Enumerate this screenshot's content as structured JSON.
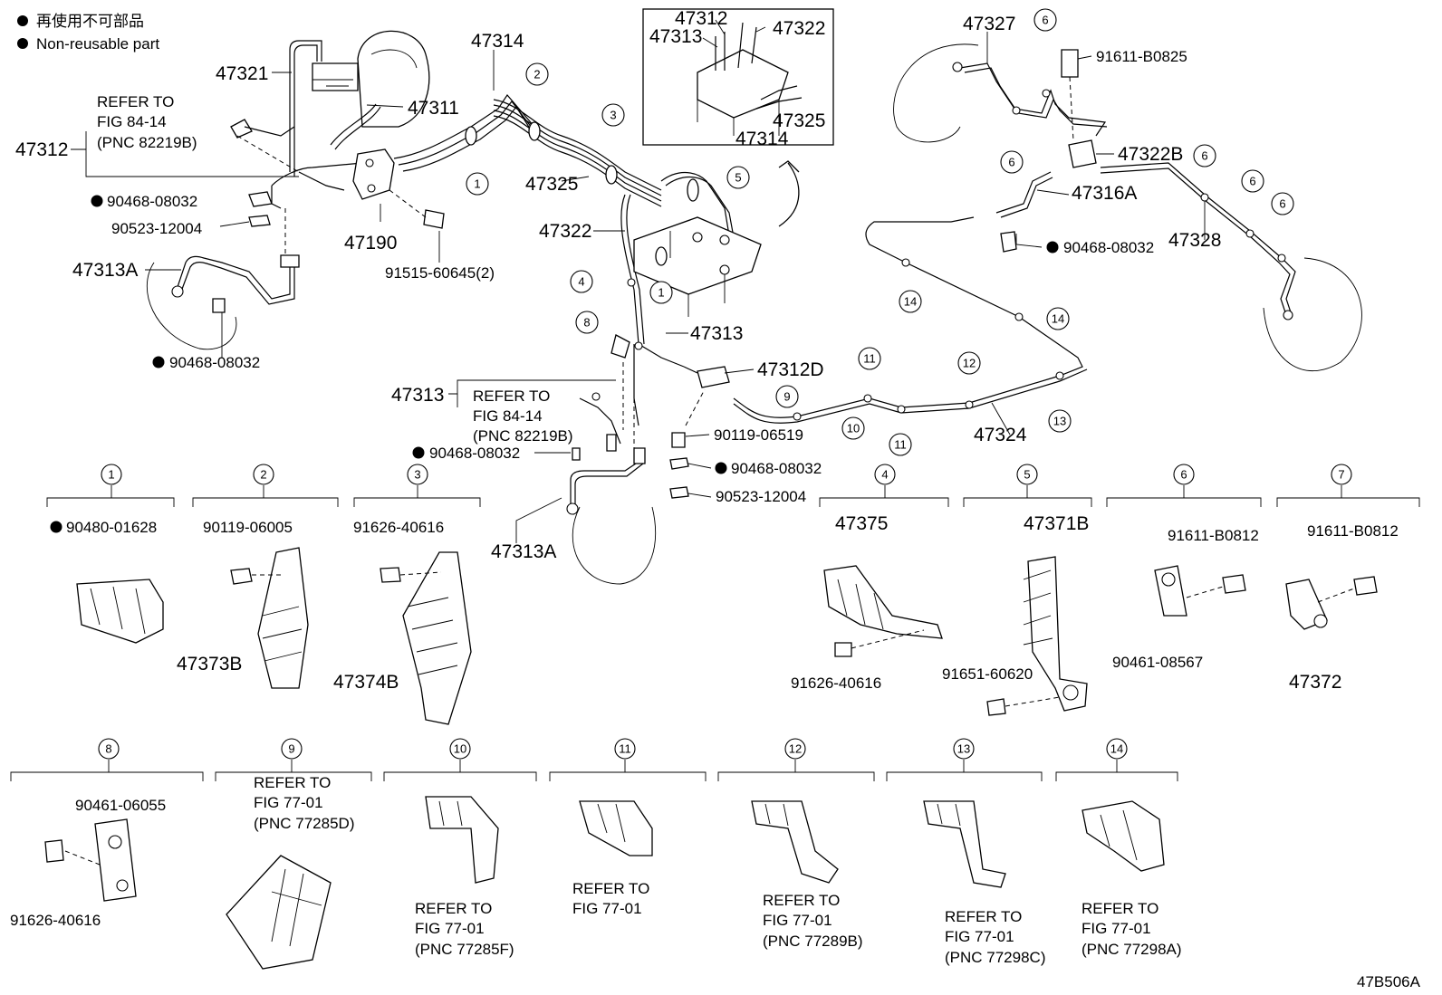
{
  "legend": {
    "symbol": "●",
    "jp": "再使用不可部品",
    "en": "Non-reusable part"
  },
  "diagram_id": "47B506A",
  "callouts": {
    "p47321": "47321",
    "p47311": "47311",
    "p47312": "47312",
    "p47314": "47314",
    "p47325": "47325",
    "p47322": "47322",
    "p47190": "47190",
    "p91515": "91515-60645(2)",
    "p47313A_l": "47313A",
    "p90468_a": "90468-08032",
    "p90523_a": "90523-12004",
    "p90468_b": "90468-08032",
    "p47313": "47313",
    "p47313b": "47313",
    "p47312D": "47312D",
    "p90119_06519": "90119-06519",
    "p90468_c": "90468-08032",
    "p90468_d": "90468-08032",
    "p90523_b": "90523-12004",
    "p47313A_c": "47313A",
    "p47324": "47324",
    "p47327": "47327",
    "p91611_B0825": "91611-B0825",
    "p47322B": "47322B",
    "p47316A": "47316A",
    "p90468_e": "90468-08032",
    "p47328": "47328",
    "inset_47312": "47312",
    "inset_47313": "47313",
    "inset_47322": "47322",
    "inset_47325": "47325",
    "inset_47314": "47314"
  },
  "refers": {
    "r1": {
      "l1": "REFER TO",
      "l2": "FIG 84-14",
      "l3": "(PNC 82219B)"
    },
    "r2": {
      "l1": "REFER TO",
      "l2": "FIG 84-14",
      "l3": "(PNC 82219B)"
    }
  },
  "markers": [
    "1",
    "2",
    "3",
    "4",
    "5",
    "6",
    "7",
    "8",
    "9",
    "10",
    "11",
    "12",
    "13",
    "14"
  ],
  "details": [
    {
      "n": "1",
      "parts": [
        "90480-01628"
      ]
    },
    {
      "n": "2",
      "parts": [
        "90119-06005",
        "47373B"
      ]
    },
    {
      "n": "3",
      "parts": [
        "91626-40616",
        "47374B"
      ]
    },
    {
      "n": "4",
      "parts": [
        "47375",
        "91626-40616"
      ]
    },
    {
      "n": "5",
      "parts": [
        "47371B",
        "91651-60620"
      ]
    },
    {
      "n": "6",
      "parts": [
        "91611-B0812",
        "90461-08567"
      ]
    },
    {
      "n": "7",
      "parts": [
        "91611-B0812",
        "47372"
      ]
    },
    {
      "n": "8",
      "parts": [
        "90461-06055",
        "91626-40616"
      ]
    },
    {
      "n": "9",
      "refer": [
        "REFER TO",
        "FIG 77-01",
        "(PNC 77285D)"
      ]
    },
    {
      "n": "10",
      "refer": [
        "REFER TO",
        "FIG 77-01",
        "(PNC 77285F)"
      ]
    },
    {
      "n": "11",
      "refer": [
        "REFER TO",
        "FIG 77-01"
      ]
    },
    {
      "n": "12",
      "refer": [
        "REFER TO",
        "FIG 77-01",
        "(PNC 77289B)"
      ]
    },
    {
      "n": "13",
      "refer": [
        "REFER TO",
        "FIG 77-01",
        "(PNC 77298C)"
      ]
    },
    {
      "n": "14",
      "refer": [
        "REFER TO",
        "FIG 77-01",
        "(PNC 77298A)"
      ]
    }
  ]
}
